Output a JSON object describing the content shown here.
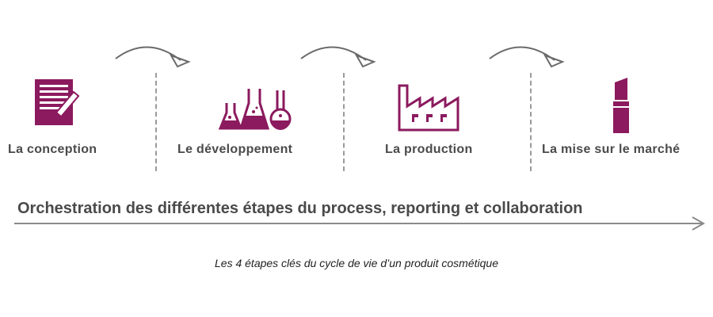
{
  "steps": [
    {
      "label": "La conception",
      "icon": "document-pen-icon"
    },
    {
      "label": "Le développement",
      "icon": "lab-flasks-icon"
    },
    {
      "label": "La production",
      "icon": "factory-icon"
    },
    {
      "label": "La mise sur le marché",
      "icon": "lipstick-icon"
    }
  ],
  "orchestration_label": "Orchestration des différentes étapes du process, reporting et collaboration",
  "caption": "Les 4 étapes clés du cycle de vie d’un produit cosmétique",
  "colors": {
    "accent": "#8b1a5e",
    "text": "#4a4a4a",
    "line": "#9a9a9a"
  }
}
